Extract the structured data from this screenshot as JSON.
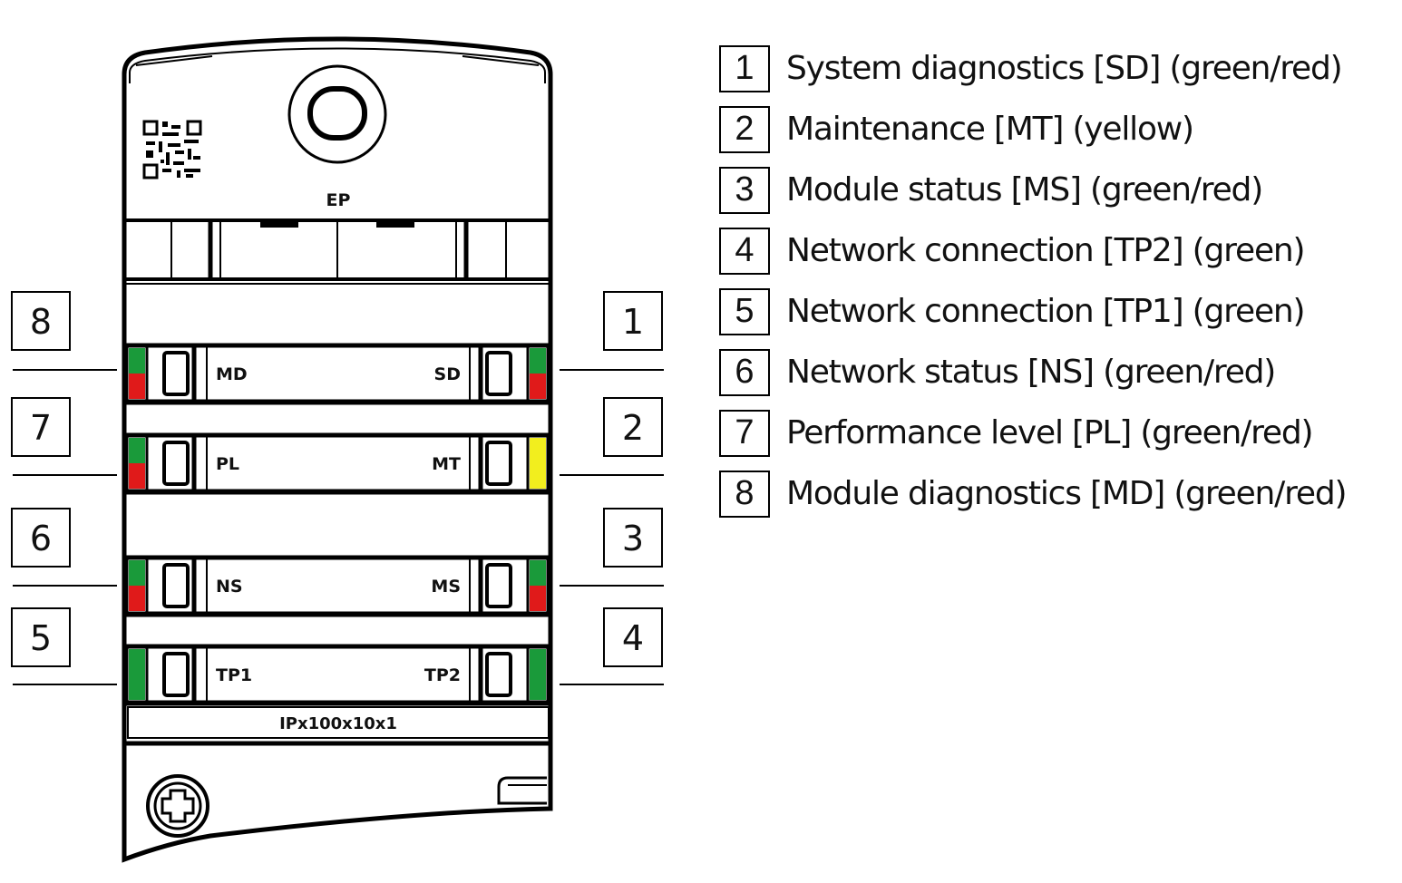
{
  "module": {
    "top_label": "EP",
    "bottom_label": "IPx100x10x1"
  },
  "led_rows": [
    {
      "left_label": "MD",
      "right_label": "SD",
      "left_led": [
        "#1a9a3a",
        "#e01a1a"
      ],
      "right_led": [
        "#1a9a3a",
        "#e01a1a"
      ]
    },
    {
      "left_label": "PL",
      "right_label": "MT",
      "left_led": [
        "#1a9a3a",
        "#e01a1a"
      ],
      "right_led": [
        "#f2ee1e"
      ]
    },
    {
      "left_label": "NS",
      "right_label": "MS",
      "left_led": [
        "#1a9a3a",
        "#e01a1a"
      ],
      "right_led": [
        "#1a9a3a",
        "#e01a1a"
      ]
    },
    {
      "left_label": "TP1",
      "right_label": "TP2",
      "left_led": [
        "#1a9a3a"
      ],
      "right_led": [
        "#1a9a3a"
      ]
    }
  ],
  "callouts": {
    "left": [
      "8",
      "7",
      "6",
      "5"
    ],
    "right": [
      "1",
      "2",
      "3",
      "4"
    ]
  },
  "legend": [
    {
      "num": "1",
      "text": "System diagnostics [SD] (green/red)"
    },
    {
      "num": "2",
      "text": "Maintenance [MT] (yellow)"
    },
    {
      "num": "3",
      "text": "Module status [MS] (green/red)"
    },
    {
      "num": "4",
      "text": "Network connection [TP2] (green)"
    },
    {
      "num": "5",
      "text": "Network connection [TP1] (green)"
    },
    {
      "num": "6",
      "text": "Network status [NS] (green/red)"
    },
    {
      "num": "7",
      "text": "Performance level [PL] (green/red)"
    },
    {
      "num": "8",
      "text": "Module diagnostics [MD] (green/red)"
    }
  ]
}
